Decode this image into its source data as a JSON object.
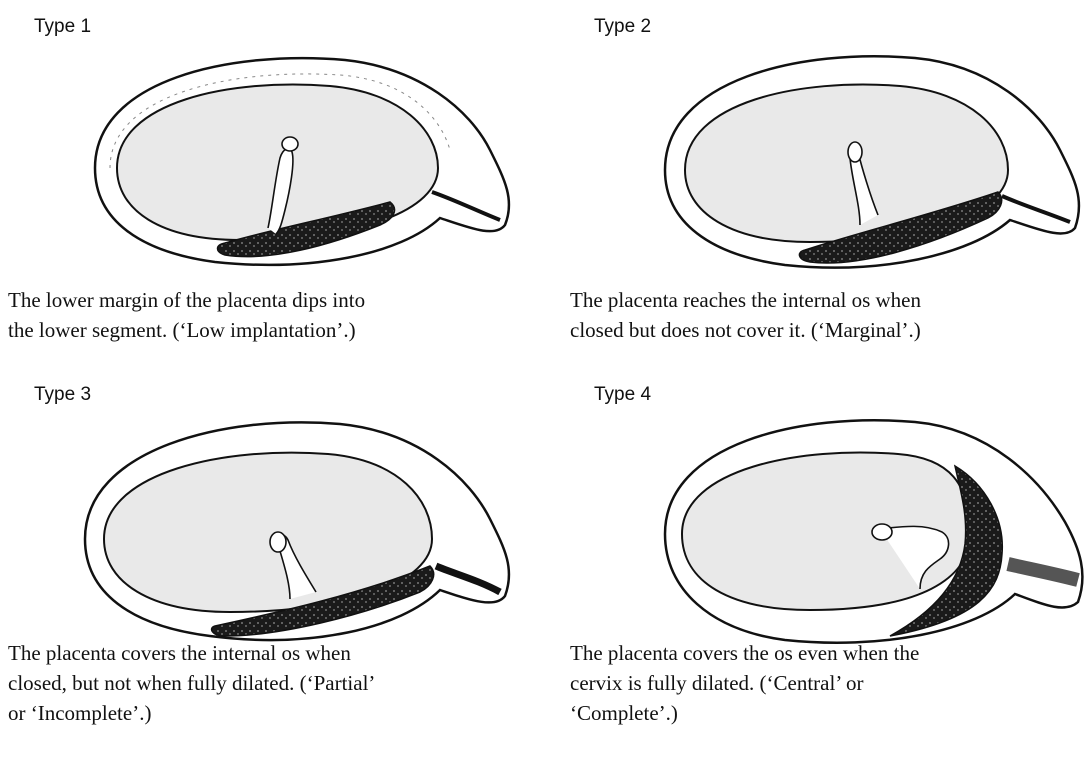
{
  "panels": [
    {
      "label": "Type 1",
      "caption_lines": [
        "The lower margin of the placenta dips into",
        "the lower segment. (‘Low implantation’.)"
      ]
    },
    {
      "label": "Type 2",
      "caption_lines": [
        "The placenta reaches the internal os when",
        "closed but does not cover it. (‘Marginal’.)"
      ]
    },
    {
      "label": "Type 3",
      "caption_lines": [
        "The placenta covers the internal os when",
        "closed, but not when fully dilated. (‘Partial’",
        "or ‘Incomplete’.)"
      ]
    },
    {
      "label": "Type 4",
      "caption_lines": [
        "The placenta covers the os even when the",
        "cervix is fully dilated. (‘Central’ or",
        "‘Complete’.)"
      ]
    }
  ],
  "colors": {
    "line": "#111111",
    "placenta": "#1a1a1a",
    "cavity": "#e9e9e9",
    "wall": "#ffffff"
  }
}
